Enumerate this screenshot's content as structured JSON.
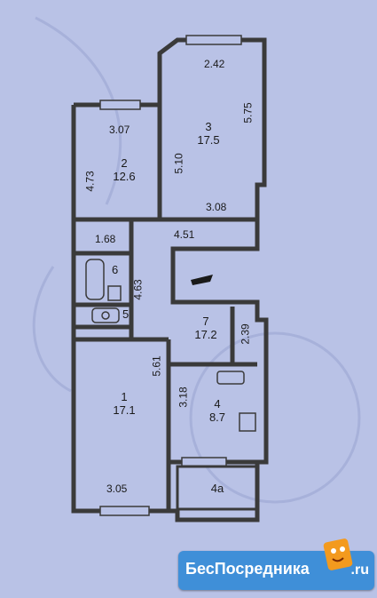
{
  "rooms": [
    {
      "num": "1",
      "area": "17.1"
    },
    {
      "num": "2",
      "area": "12.6"
    },
    {
      "num": "3",
      "area": "17.5"
    },
    {
      "num": "4",
      "area": "8.7"
    },
    {
      "num": "4a",
      "area": ""
    },
    {
      "num": "5",
      "area": ""
    },
    {
      "num": "6",
      "area": ""
    },
    {
      "num": "7",
      "area": "17.2"
    }
  ],
  "dimensions": {
    "d_242": "2.42",
    "d_575": "5.75",
    "d_307": "3.07",
    "d_473": "4.73",
    "d_510": "5.10",
    "d_308": "3.08",
    "d_168": "1.68",
    "d_451": "4.51",
    "d_463": "4.63",
    "d_239": "2.39",
    "d_561": "5.61",
    "d_318": "3.18",
    "d_305": "3.05"
  },
  "watermark": {
    "brand": "БесПосредника",
    "domain": ".ru"
  },
  "colors": {
    "background": "#b9c2e6",
    "walls": "#3a3a3a",
    "watermark_bg": "#3f8fd8",
    "mascot": "#f39a1e"
  }
}
